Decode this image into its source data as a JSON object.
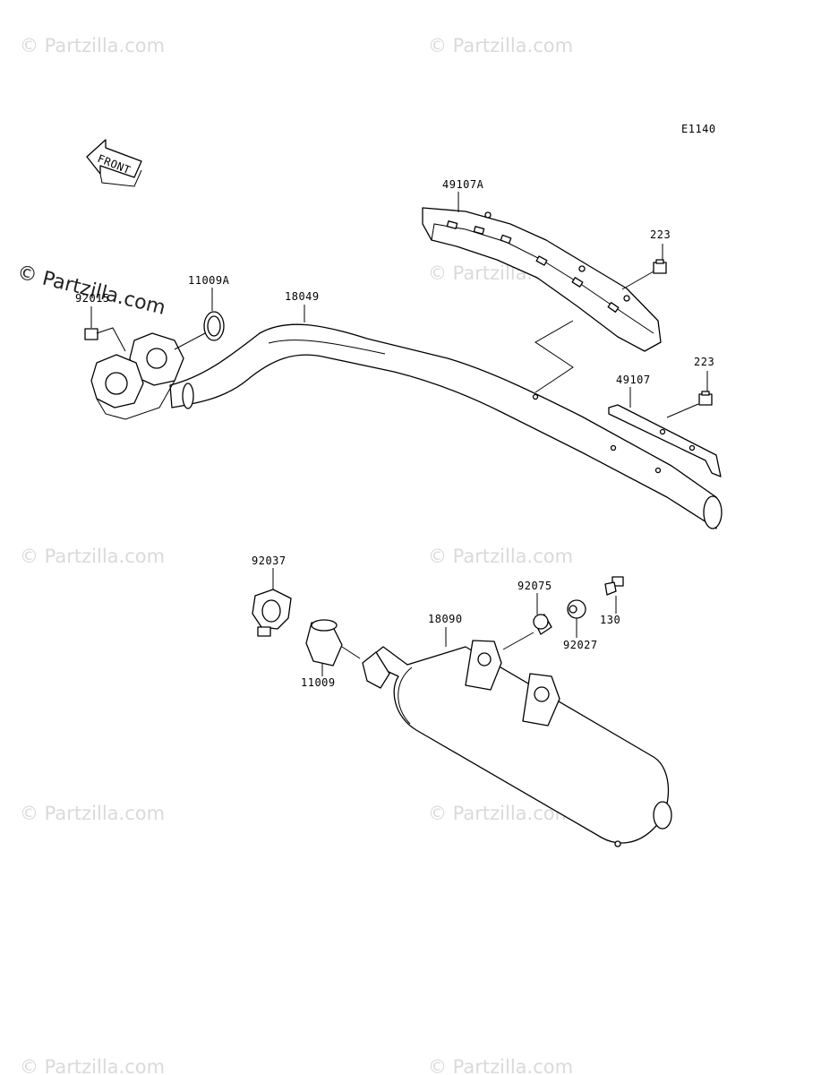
{
  "diagram_code": "E1140",
  "front_arrow_label": "FRONT",
  "watermark_text": "© Partzilla.com",
  "parts": {
    "muffler_cover_front": "49107A",
    "bolt_upper": "223",
    "bolt_lower": "223",
    "muffler_cover_rear": "49107",
    "bolt_flange": "92015",
    "gasket_head": "11009A",
    "exhaust_pipe": "18049",
    "clamp": "92037",
    "gasket_muffler": "11009",
    "muffler": "18090",
    "damper": "92075",
    "collar": "92027",
    "bolt_muffler": "130"
  }
}
